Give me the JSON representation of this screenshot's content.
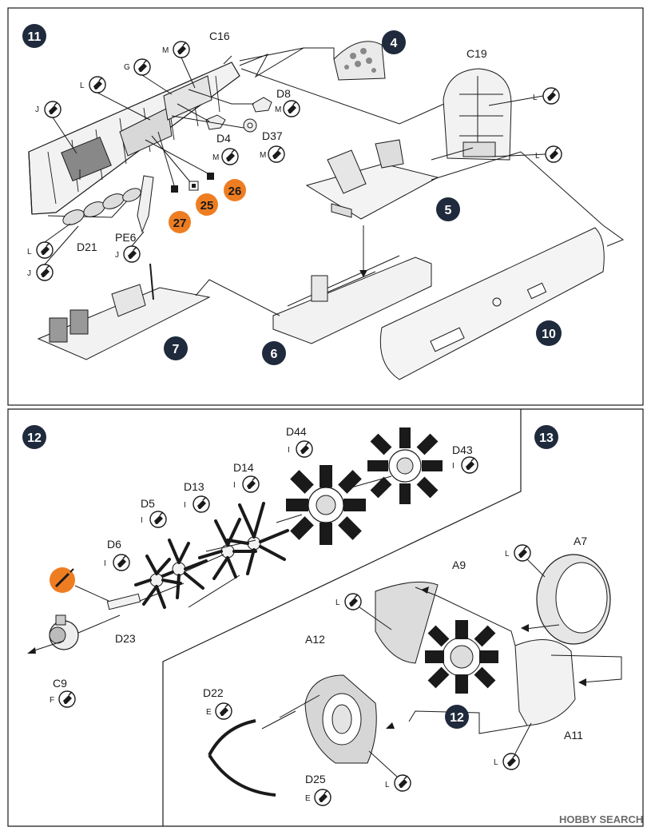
{
  "steps": {
    "s11": "11",
    "s4": "4",
    "s5": "5",
    "s7": "7",
    "s6": "6",
    "s10": "10",
    "s12": "12",
    "s13": "13",
    "s12b": "12"
  },
  "parts": {
    "c16": "C16",
    "c19": "C19",
    "d8": "D8",
    "d4": "D4",
    "d37": "D37",
    "d21": "D21",
    "pe6": "PE6",
    "d44": "D44",
    "d43": "D43",
    "d14": "D14",
    "d13": "D13",
    "d5": "D5",
    "d6": "D6",
    "d23": "D23",
    "c9": "C9",
    "a7": "A7",
    "a9": "A9",
    "a12": "A12",
    "d22": "D22",
    "d25": "D25",
    "a11": "A11"
  },
  "paint": {
    "m1": "M",
    "g1": "G",
    "l1": "L",
    "j1": "J",
    "m2": "M",
    "m3": "M",
    "m4": "M",
    "l2": "L",
    "l3": "L",
    "j2": "J",
    "j3": "J",
    "i1": "I",
    "i2": "I",
    "i3": "I",
    "i4": "I",
    "i5": "I",
    "i6": "I",
    "f1": "F",
    "l4": "L",
    "l5": "L",
    "e1": "E",
    "l6": "L",
    "e2": "E",
    "l7": "L",
    "l8": "L"
  },
  "decals": {
    "d27": "27",
    "d25": "25",
    "d26": "26"
  },
  "footer": {
    "brand": "HOBBY SEARCH"
  },
  "colors": {
    "ink": "#1a1a1a",
    "step_circle": "#1f2a3c",
    "decal": "#ee7d22",
    "part_fill": "#ececec"
  }
}
